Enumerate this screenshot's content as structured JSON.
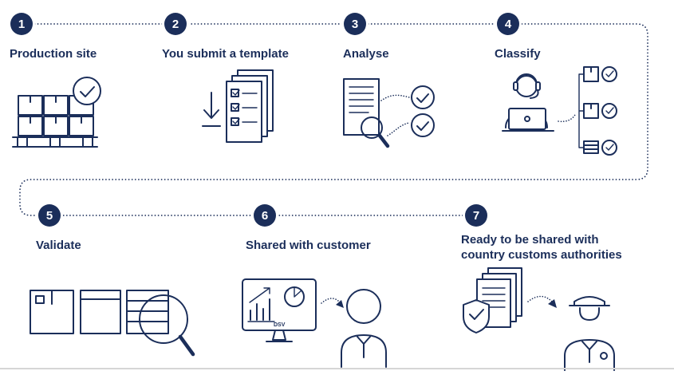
{
  "diagram": {
    "title_hint": "Seven-step customs classification process flow",
    "colors": {
      "navy": "#1b2e5a",
      "background": "#ffffff",
      "divider": "#d6d6d6"
    },
    "steps": [
      {
        "number": "1",
        "label": "Production site",
        "icon": "production-site"
      },
      {
        "number": "2",
        "label": "You submit a template",
        "icon": "submit-template"
      },
      {
        "number": "3",
        "label": "Analyse",
        "icon": "analyse"
      },
      {
        "number": "4",
        "label": "Classify",
        "icon": "classify"
      },
      {
        "number": "5",
        "label": "Validate",
        "icon": "validate"
      },
      {
        "number": "6",
        "label": "Shared with customer",
        "icon": "shared-with-customer",
        "monitor_brand": "DSV"
      },
      {
        "number": "7",
        "label": "Ready to be shared with country customs authorities",
        "icon": "customs-authorities"
      }
    ]
  }
}
